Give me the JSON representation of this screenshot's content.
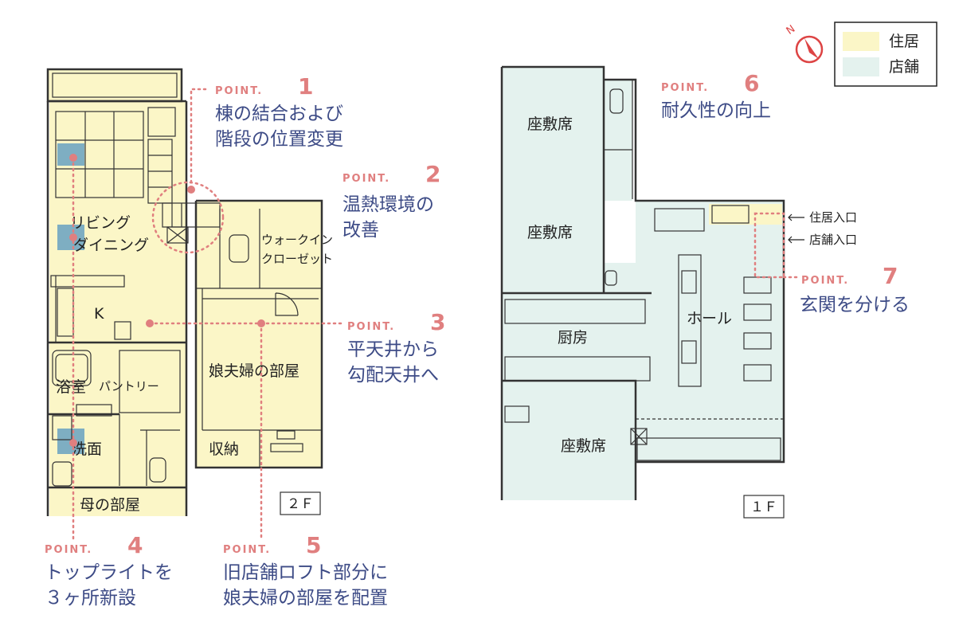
{
  "legend": {
    "north": "N",
    "residence": {
      "label": "住居",
      "color": "#fbf6c7"
    },
    "shop": {
      "label": "店舗",
      "color": "#e4f2ee"
    }
  },
  "floors": {
    "second": "２Ｆ",
    "first": "１Ｆ"
  },
  "rooms_2f": {
    "living_1": "リビング",
    "living_2": "ダイニング",
    "kitchen": "K",
    "bath": "浴室",
    "pantry": "パントリー",
    "washroom": "洗面",
    "mother_room": "母の部屋",
    "walk_in_1": "ウォークイン",
    "walk_in_2": "クローゼット",
    "couple_room": "娘夫婦の部屋",
    "storage": "収納"
  },
  "rooms_1f": {
    "zashiki_1": "座敷席",
    "zashiki_2": "座敷席",
    "zashiki_3": "座敷席",
    "kitchen": "厨房",
    "hall": "ホール",
    "residence_entrance": "住居入口",
    "shop_entrance": "店舗入口"
  },
  "points": [
    {
      "word": "POINT.",
      "num": "1",
      "lines": [
        "棟の結合および",
        "階段の位置変更"
      ]
    },
    {
      "word": "POINT.",
      "num": "2",
      "lines": [
        "温熱環境の",
        "改善"
      ]
    },
    {
      "word": "POINT.",
      "num": "3",
      "lines": [
        "平天井から",
        "勾配天井へ"
      ]
    },
    {
      "word": "POINT.",
      "num": "4",
      "lines": [
        "トップライトを",
        "３ヶ所新設"
      ]
    },
    {
      "word": "POINT.",
      "num": "5",
      "lines": [
        "旧店舗ロフト部分に",
        "娘夫婦の部屋を配置"
      ]
    },
    {
      "word": "POINT.",
      "num": "6",
      "lines": [
        "耐久性の向上"
      ]
    },
    {
      "word": "POINT.",
      "num": "7",
      "lines": [
        "玄関を分ける"
      ]
    }
  ]
}
